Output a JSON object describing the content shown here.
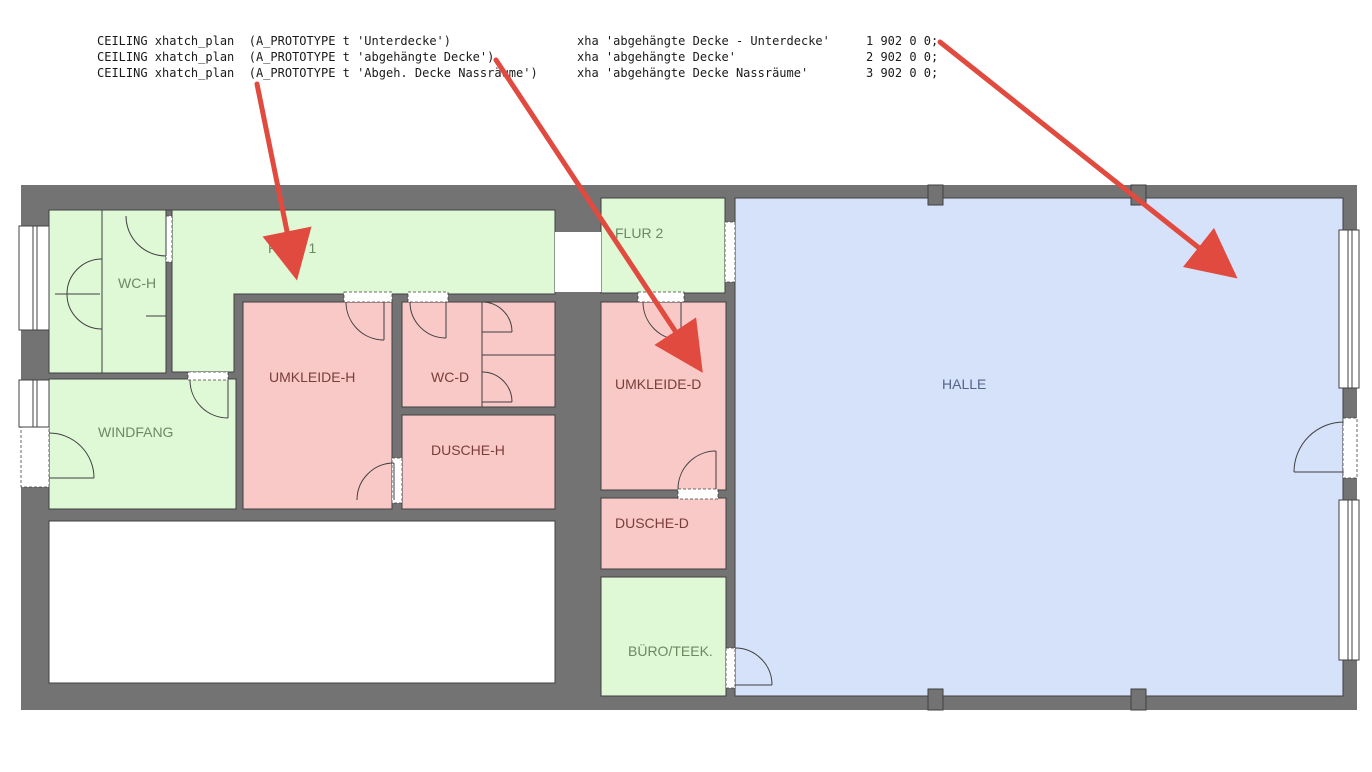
{
  "code_lines": [
    {
      "c1": "CEILING xhatch_plan  (A_PROTOTYPE t 'Unterdecke')",
      "c2": "xha 'abgehängte Decke - Unterdecke'",
      "c3": "1 902 0 0;"
    },
    {
      "c1": "CEILING xhatch_plan  (A_PROTOTYPE t 'abgehängte Decke')",
      "c2": "xha 'abgehängte Decke'",
      "c3": "2 902 0 0;"
    },
    {
      "c1": "CEILING xhatch_plan  (A_PROTOTYPE t 'Abgeh. Decke Nassräume')",
      "c2": "xha 'abgehängte Decke Nassräume'",
      "c3": "3 902 0 0;"
    }
  ],
  "rooms": {
    "wc_h": "WC-H",
    "flur_1": "FLUR 1",
    "flur_2": "FLUR 2",
    "windfang": "WINDFANG",
    "umkleide_h": "UMKLEIDE-H",
    "wc_d": "WC-D",
    "dusche_h": "DUSCHE-H",
    "umkleide_d": "UMKLEIDE-D",
    "dusche_d": "DUSCHE-D",
    "buero_teek": "BÜRO/TEEK.",
    "halle": "HALLE"
  },
  "colors": {
    "green_fill": "#dff8d6",
    "red_fill": "#f9c9c7",
    "blue_fill": "#d6e2f9",
    "wall": "#737373",
    "arrow": "#e04a3f",
    "green_text": "#6b8a62",
    "red_text": "#7a3d3b",
    "blue_text": "#55638a"
  }
}
